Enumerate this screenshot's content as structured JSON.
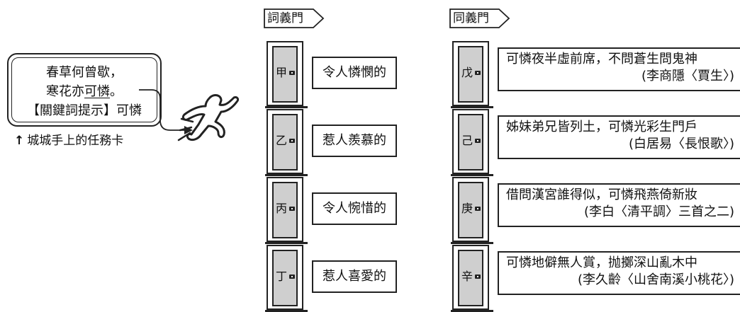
{
  "task_card": {
    "line1": "春草何曾歇，",
    "line2_pre": "寒花亦",
    "line2_keyword": "可憐",
    "line2_post": "。",
    "line3": "【關鍵詞提示】可憐",
    "caption_arrow": "↑",
    "caption": "城城手上的任務卡"
  },
  "sections": {
    "left_tab": "詞義門",
    "right_tab": "同義門"
  },
  "left_doors": [
    {
      "mark": "甲",
      "meaning": "令人憐憫的"
    },
    {
      "mark": "乙",
      "meaning": "惹人羨慕的"
    },
    {
      "mark": "丙",
      "meaning": "令人惋惜的"
    },
    {
      "mark": "丁",
      "meaning": "惹人喜愛的"
    }
  ],
  "right_doors": [
    {
      "mark": "戊",
      "verse": "可憐夜半虛前席，不問蒼生問鬼神",
      "source": "(李商隱〈賈生〉)"
    },
    {
      "mark": "己",
      "verse": "姊妹弟兄皆列土，可憐光彩生門戶",
      "source": "(白居易〈長恨歌〉)"
    },
    {
      "mark": "庚",
      "verse": "借問漢宮誰得似，可憐飛燕倚新妝",
      "source": "(李白〈清平調〉三首之二)"
    },
    {
      "mark": "辛",
      "verse": "可憐地僻無人賞，抛擲深山亂木中",
      "source": "(李久齡〈山舍南溪小桃花〉)"
    }
  ],
  "icons": {
    "runner": "running-person-icon",
    "arrow": "curved-arrow-icon",
    "door": "door-icon"
  }
}
